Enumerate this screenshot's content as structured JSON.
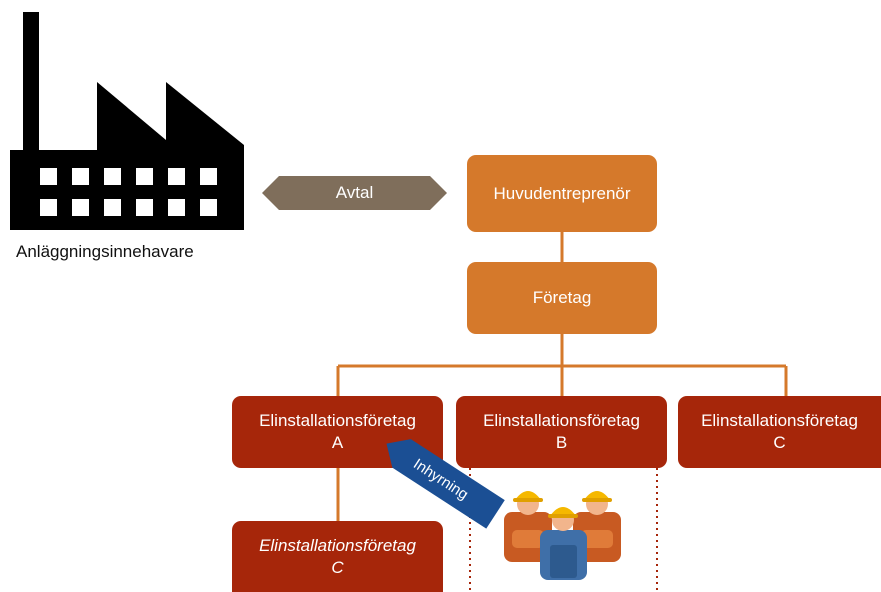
{
  "facility_owner": {
    "label": "Anläggningsinnehavare",
    "icon": "factory-icon"
  },
  "contract": {
    "label": "Avtal",
    "color": "#7F6E5B"
  },
  "main_contractor": {
    "label": "Huvudentreprenör",
    "color": "#D5792B"
  },
  "company": {
    "label": "Företag",
    "color": "#D5792B"
  },
  "electrical_companies": [
    {
      "line1": "Elinstallationsföretag",
      "line2": "A"
    },
    {
      "line1": "Elinstallationsföretag",
      "line2": "B"
    },
    {
      "line1": "Elinstallationsföretag",
      "line2": "C"
    }
  ],
  "subcontractor": {
    "line1": "Elinstallationsföretag",
    "line2": "C"
  },
  "hiring": {
    "label": "Inhyrning",
    "color": "#1B4F94"
  },
  "workers": {
    "icon": "workers-icon"
  },
  "colors": {
    "orange": "#D5792B",
    "dark_red": "#A6260A",
    "connector": "#D5792B"
  }
}
